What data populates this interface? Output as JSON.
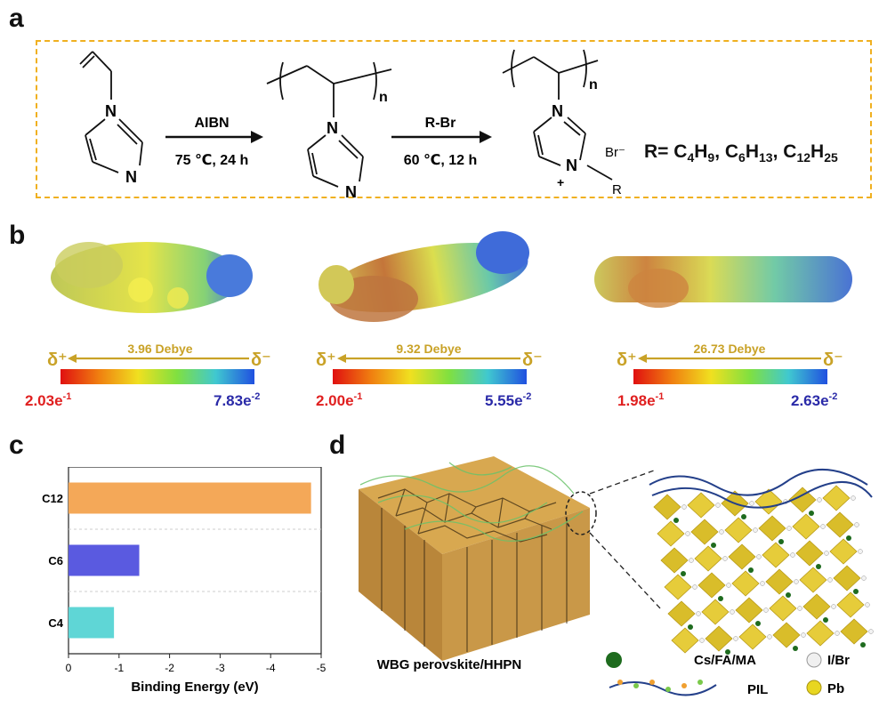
{
  "panel_labels": {
    "a": "a",
    "b": "b",
    "c": "c",
    "d": "d"
  },
  "panel_a": {
    "reagent1": "AIBN",
    "conditions1": "75 ℃, 24 h",
    "reagent2": "R-Br",
    "conditions2": "60 ℃, 12 h",
    "atom_N": "N",
    "sub_n": "n",
    "counterion": "Br⁻",
    "cation_plus": "+",
    "r_label": "R",
    "r_def_prefix": "R= ",
    "r_groups": [
      {
        "base": "C",
        "sub1": "4",
        "mid": "H",
        "sub2": "9"
      },
      {
        "base": "C",
        "sub1": "6",
        "mid": "H",
        "sub2": "13"
      },
      {
        "base": "C",
        "sub1": "12",
        "mid": "H",
        "sub2": "25"
      }
    ],
    "border_color": "#f0b020"
  },
  "panel_b": {
    "delta_plus": "δ⁺",
    "delta_minus": "δ⁻",
    "molecules": [
      {
        "dipole": "3.96 Debye",
        "min_base": "2.03e",
        "min_exp": "-1",
        "max_base": "7.83e",
        "max_exp": "-2"
      },
      {
        "dipole": "9.32 Debye",
        "min_base": "2.00e",
        "min_exp": "-1",
        "max_base": "5.55e",
        "max_exp": "-2"
      },
      {
        "dipole": "26.73 Debye",
        "min_base": "1.98e",
        "min_exp": "-1",
        "max_base": "2.63e",
        "max_exp": "-2"
      }
    ],
    "arrow_color": "#c9a227",
    "min_color": "#e02020",
    "max_color": "#2a2aa8"
  },
  "chart_data": {
    "type": "bar",
    "orientation": "horizontal",
    "categories": [
      "C12",
      "C6",
      "C4"
    ],
    "values": [
      -4.8,
      -1.4,
      -0.9
    ],
    "xlabel": "Binding Energy (eV)",
    "xlim": [
      0,
      -5
    ],
    "xticks": [
      "0",
      "-1",
      "-2",
      "-3",
      "-4",
      "-5"
    ],
    "bar_colors": [
      "#f4a858",
      "#5a5ae0",
      "#5fd6d6"
    ]
  },
  "panel_d": {
    "caption": "WBG perovskite/HHPN",
    "legend": [
      {
        "label": "Cs/FA/MA",
        "marker": "green-sphere"
      },
      {
        "label": "I/Br",
        "marker": "white-sphere"
      },
      {
        "label": "PIL",
        "marker": "polymer-chain"
      },
      {
        "label": "Pb",
        "marker": "yellow-sphere"
      }
    ]
  }
}
